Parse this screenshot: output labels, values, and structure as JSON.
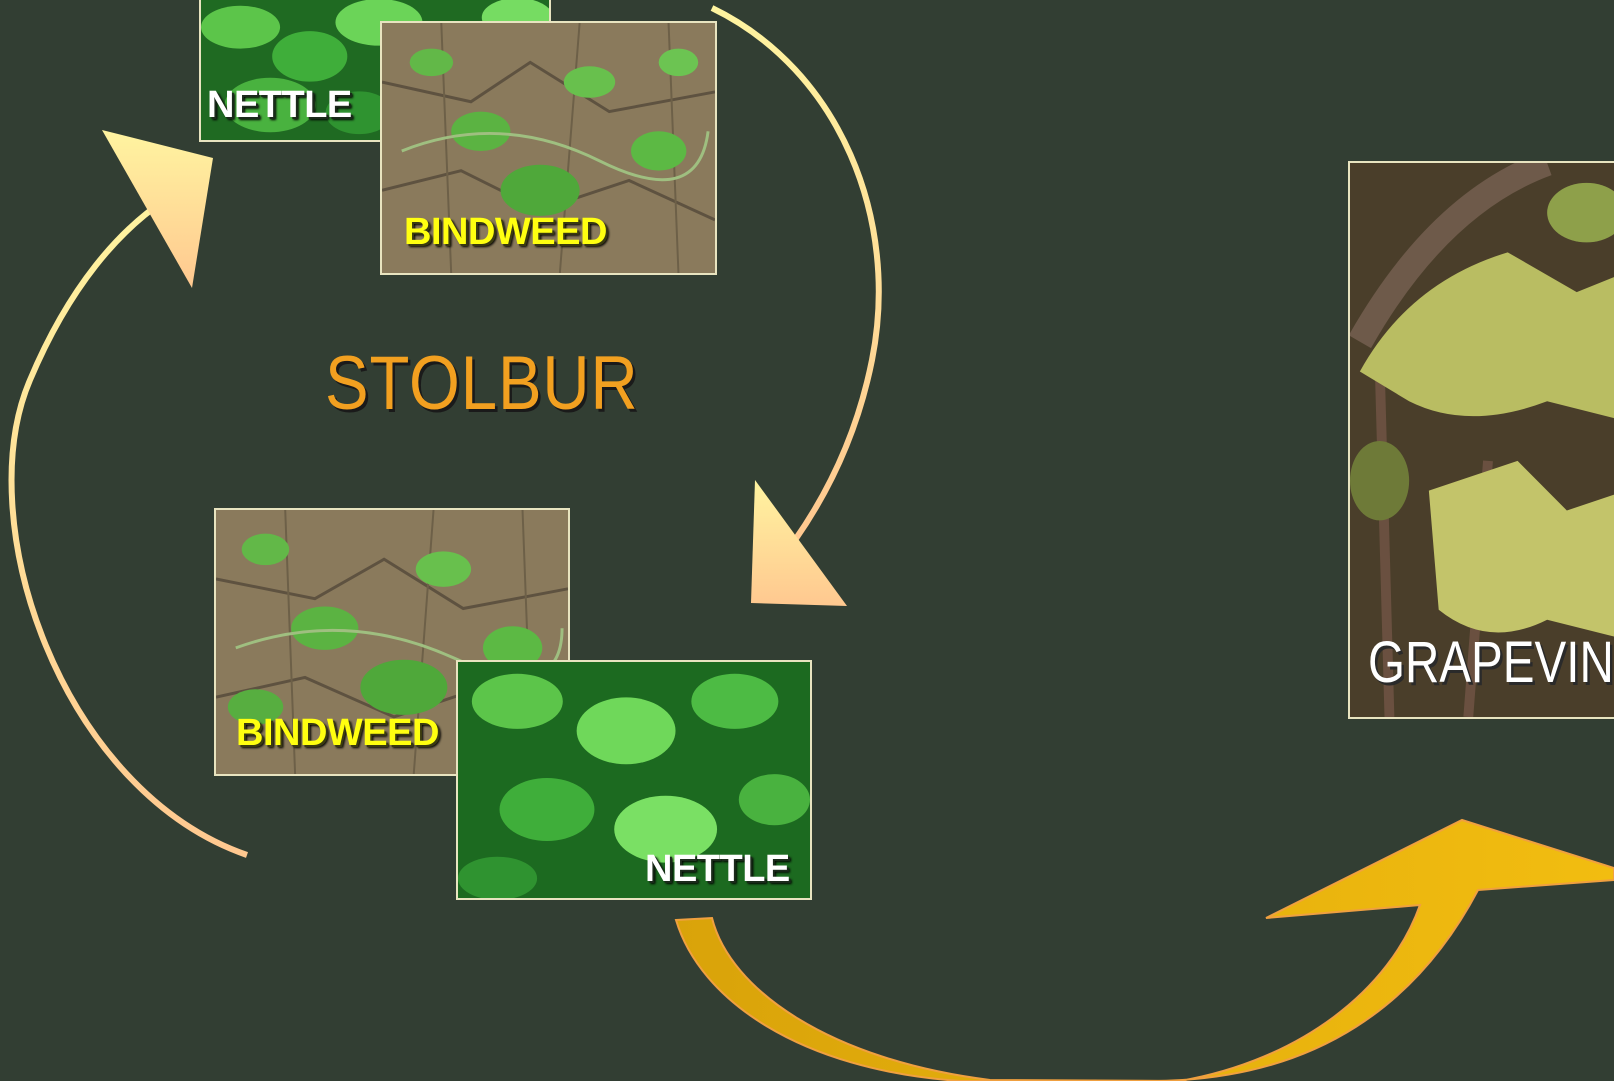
{
  "title": "STOLBUR",
  "photos": {
    "nettle_top": "NETTLE",
    "bindweed_top": "BINDWEED",
    "bindweed_bottom": "BINDWEED",
    "nettle_bottom": "NETTLE",
    "grapevine": "GRAPEVINE"
  },
  "colors": {
    "background": "#323e33",
    "title": "#f2a020",
    "cycle_arrow_light": "#fff4a0",
    "cycle_arrow_warm": "#ffc890",
    "transmission_arrow": "#e6b00a",
    "nettle_label": "#ffffff",
    "bindweed_label": "#ffff10"
  }
}
